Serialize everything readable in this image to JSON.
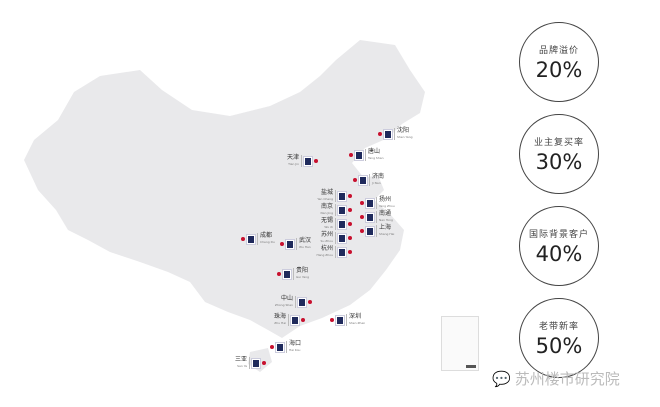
{
  "cities": [
    {
      "zh": "沈阳",
      "py": "Shen Yang"
    },
    {
      "zh": "唐山",
      "py": "Tang Shan"
    },
    {
      "zh": "天津",
      "py": "Tian Jin"
    },
    {
      "zh": "济南",
      "py": "Ji Nan"
    },
    {
      "zh": "盐城",
      "py": "Yan Cheng"
    },
    {
      "zh": "南京",
      "py": "Nan Jing"
    },
    {
      "zh": "扬州",
      "py": "Yang Zhou"
    },
    {
      "zh": "无锡",
      "py": "Wu Xi"
    },
    {
      "zh": "南通",
      "py": "Nan Tong"
    },
    {
      "zh": "苏州",
      "py": "Su Zhou"
    },
    {
      "zh": "上海",
      "py": "Shang Hai"
    },
    {
      "zh": "杭州",
      "py": "Hang Zhou"
    },
    {
      "zh": "武汉",
      "py": "Wu Han"
    },
    {
      "zh": "成都",
      "py": "Cheng Du"
    },
    {
      "zh": "贵阳",
      "py": "Gui Yang"
    },
    {
      "zh": "中山",
      "py": "Zhong Shan"
    },
    {
      "zh": "珠海",
      "py": "Zhu Hai"
    },
    {
      "zh": "深圳",
      "py": "Shen Zhen"
    },
    {
      "zh": "海口",
      "py": "Hai Kou"
    },
    {
      "zh": "三亚",
      "py": "San Ya"
    }
  ],
  "stats": [
    {
      "label": "品牌溢价",
      "value": "20%"
    },
    {
      "label": "业主复买率",
      "value": "30%"
    },
    {
      "label": "国际背景客户",
      "value": "40%"
    },
    {
      "label": "老带新率",
      "value": "50%"
    }
  ],
  "watermark": "苏州楼市研究院",
  "colors": {
    "map": "#e9e9eb",
    "marker": "#c8102e",
    "logo": "#1f2a5c"
  }
}
